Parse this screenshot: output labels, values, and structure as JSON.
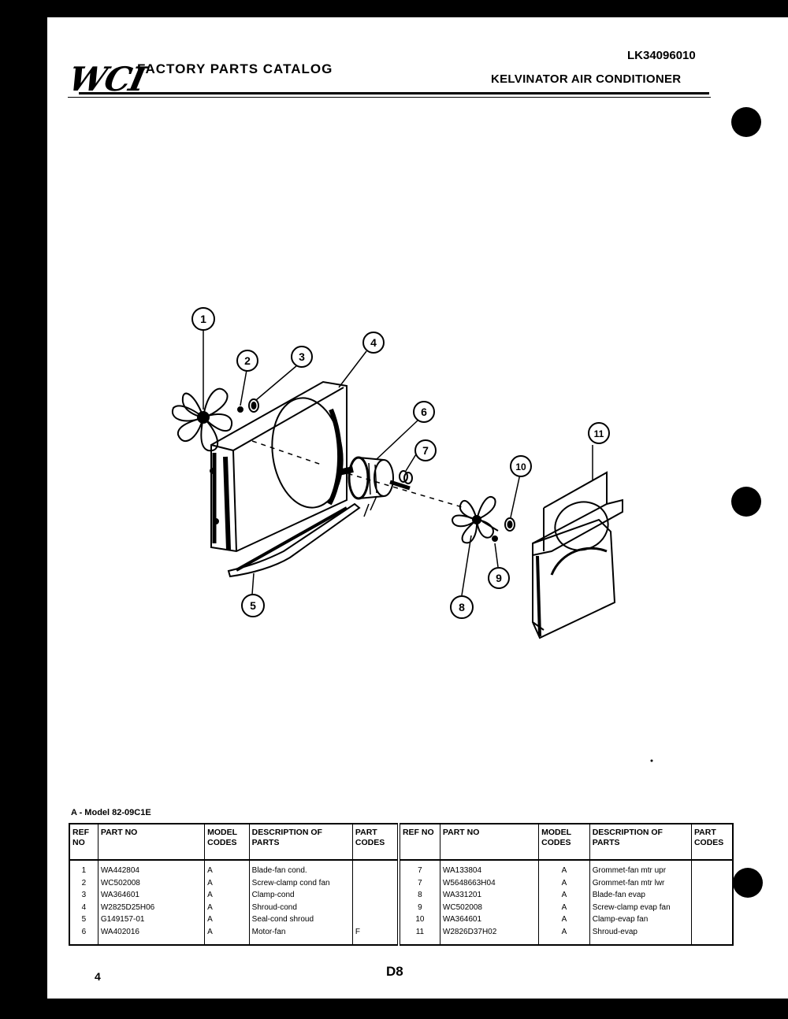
{
  "header": {
    "logo": "WCI",
    "catalog_title": "FACTORY PARTS CATALOG",
    "catalog_code": "LK34096010",
    "product": "KELVINATOR AIR CONDITIONER"
  },
  "diagram": {
    "callouts": [
      "1",
      "2",
      "3",
      "4",
      "5",
      "6",
      "7",
      "8",
      "9",
      "10",
      "11"
    ]
  },
  "model_note": "A - Model 82-09C1E",
  "table": {
    "headers": {
      "ref_no": "REF NO",
      "part_no": "PART NO",
      "model_codes": "MODEL CODES",
      "description": "DESCRIPTION OF PARTS",
      "part_codes": "PART CODES"
    },
    "left_rows": [
      {
        "ref": "1",
        "part": "WA442804",
        "model": "A",
        "desc": "Blade-fan cond.",
        "code": ""
      },
      {
        "ref": "2",
        "part": "WC502008",
        "model": "A",
        "desc": "Screw-clamp cond fan",
        "code": ""
      },
      {
        "ref": "3",
        "part": "WA364601",
        "model": "A",
        "desc": "Clamp-cond",
        "code": ""
      },
      {
        "ref": "4",
        "part": "W2825D25H06",
        "model": "A",
        "desc": "Shroud-cond",
        "code": ""
      },
      {
        "ref": "5",
        "part": "G149157-01",
        "model": "A",
        "desc": "Seal-cond shroud",
        "code": ""
      },
      {
        "ref": "6",
        "part": "WA402016",
        "model": "A",
        "desc": "Motor-fan",
        "code": "F"
      }
    ],
    "right_rows": [
      {
        "ref": "7",
        "part": "WA133804",
        "model": "A",
        "desc": "Grommet-fan mtr upr",
        "code": ""
      },
      {
        "ref": "7",
        "part": "W5648663H04",
        "model": "A",
        "desc": "Grommet-fan mtr lwr",
        "code": ""
      },
      {
        "ref": "8",
        "part": "WA331201",
        "model": "A",
        "desc": "Blade-fan evap",
        "code": ""
      },
      {
        "ref": "9",
        "part": "WC502008",
        "model": "A",
        "desc": "Screw-clamp evap fan",
        "code": ""
      },
      {
        "ref": "10",
        "part": "WA364601",
        "model": "A",
        "desc": "Clamp-evap fan",
        "code": ""
      },
      {
        "ref": "11",
        "part": "W2826D37H02",
        "model": "A",
        "desc": "Shroud-evap",
        "code": ""
      }
    ]
  },
  "footer": {
    "page_number": "4",
    "page_code": "D8"
  }
}
